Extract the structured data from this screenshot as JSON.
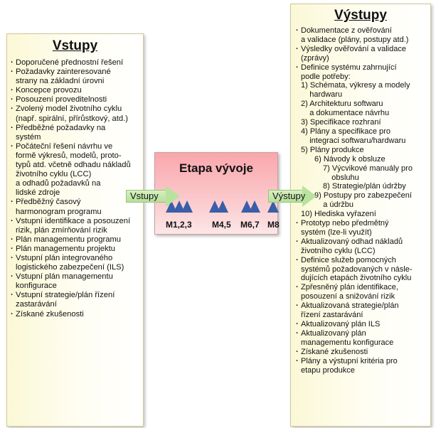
{
  "inputs": {
    "title": "Vstupy",
    "items": [
      {
        "lines": [
          "Doporučené přednostní řešení"
        ]
      },
      {
        "lines": [
          "Požadavky zainteresované",
          "strany na základní úrovni"
        ]
      },
      {
        "lines": [
          "Koncepce provozu"
        ]
      },
      {
        "lines": [
          "Posouzení proveditelnosti"
        ]
      },
      {
        "lines": [
          "Zvolený model životního cyklu",
          "(např. spirální, přírůstkový, atd.)"
        ]
      },
      {
        "lines": [
          "Předběžné požadavky na",
          "systém"
        ]
      },
      {
        "lines": [
          "Počáteční řešení návrhu ve",
          "formě výkresů, modelů, proto-",
          "typů atd. včetně odhadu nákladů",
          "životního cyklu (LCC)",
          "a odhadů požadavků na",
          "lidské zdroje"
        ]
      },
      {
        "lines": [
          "Předběžný časový",
          "harmonogram programu"
        ]
      },
      {
        "lines": [
          "Vstupní identifikace a posouzení",
          "rizik, plán zmírňování rizik"
        ]
      },
      {
        "lines": [
          "Plán managementu programu"
        ]
      },
      {
        "lines": [
          "Plán managementu projektu"
        ]
      },
      {
        "lines": [
          "Vstupní plán integrovaného",
          "logistického zabezpečení (ILS)"
        ]
      },
      {
        "lines": [
          "Vstupní plán managementu",
          "konfigurace"
        ]
      },
      {
        "lines": [
          "Vstupní strategie/plán řízení",
          "zastarávání"
        ]
      },
      {
        "lines": [
          "Získané zkušenosti"
        ]
      }
    ]
  },
  "stage": {
    "title": "Etapa vývoje",
    "milestones": [
      "M1,2,3",
      "M4,5",
      "M6,7",
      "M8"
    ],
    "input_arrow_label": "Vstupy",
    "output_arrow_label": "Výstupy"
  },
  "outputs": {
    "title": "Výstupy",
    "items": [
      {
        "lvl": 1,
        "bullet": true,
        "lines": [
          "Dokumentace z ověřování",
          "a validace (plány, postupy atd.)"
        ]
      },
      {
        "lvl": 1,
        "bullet": true,
        "lines": [
          "Výsledky ověřování a validace",
          "(zprávy)"
        ]
      },
      {
        "lvl": 1,
        "bullet": true,
        "lines": [
          "Definice systému zahrnující",
          "podle potřeby:"
        ]
      },
      {
        "lvl": 1,
        "bullet": false,
        "lines": [
          "1) Schémata, výkresy a modely",
          "    hardwaru"
        ]
      },
      {
        "lvl": 1,
        "bullet": false,
        "lines": [
          "2) Architekturu softwaru",
          "    a dokumentace návrhu"
        ]
      },
      {
        "lvl": 1,
        "bullet": false,
        "lines": [
          "3) Specifikace rozhraní"
        ]
      },
      {
        "lvl": 1,
        "bullet": false,
        "lines": [
          "4) Plány a specifikace pro",
          "    integraci softwaru/hardwaru"
        ]
      },
      {
        "lvl": 1,
        "bullet": false,
        "lines": [
          "5) Plány produkce"
        ]
      },
      {
        "lvl": 2,
        "bullet": false,
        "lines": [
          "6) Návody k obsluze"
        ]
      },
      {
        "lvl": 3,
        "bullet": false,
        "lines": [
          "7) Výcvikové manuály pro",
          "    obsluhu"
        ]
      },
      {
        "lvl": 3,
        "bullet": false,
        "lines": [
          "8) Strategie/plán údržby"
        ]
      },
      {
        "lvl": 2,
        "bullet": false,
        "lines": [
          "9) Postupy pro zabezpečení",
          "    a údržbu"
        ]
      },
      {
        "lvl": 1,
        "bullet": false,
        "lines": [
          "10) Hlediska vyřazení"
        ]
      },
      {
        "lvl": 1,
        "bullet": true,
        "lines": [
          "Prototyp nebo předmětný",
          "systém (lze-li využít)"
        ]
      },
      {
        "lvl": 1,
        "bullet": true,
        "lines": [
          "Aktualizovaný odhad nákladů",
          "životního cyklu (LCC)"
        ]
      },
      {
        "lvl": 1,
        "bullet": true,
        "lines": [
          "Definice služeb pomocných",
          "systémů požadovaných v násle-",
          "dujících etapách životního cyklu"
        ]
      },
      {
        "lvl": 1,
        "bullet": true,
        "lines": [
          "Zpřesněný plán identifikace,",
          "posouzení a snižování rizik"
        ]
      },
      {
        "lvl": 1,
        "bullet": true,
        "lines": [
          "Aktualizovaná strategie/plán",
          "řízení zastarávání"
        ]
      },
      {
        "lvl": 1,
        "bullet": true,
        "lines": [
          "Aktualizovaný plán ILS"
        ]
      },
      {
        "lvl": 1,
        "bullet": true,
        "lines": [
          "Aktualizovaný plán",
          "managementu konfigurace"
        ]
      },
      {
        "lvl": 1,
        "bullet": true,
        "lines": [
          "Získané zkušenosti"
        ]
      },
      {
        "lvl": 1,
        "bullet": true,
        "lines": [
          "Plány a výstupní kritéria pro",
          "etapu produkce"
        ]
      }
    ]
  },
  "colors": {
    "triangle": "#3a5ea8",
    "stage_fill": "#f9a7ac",
    "arrow_fill": "#b9e29e",
    "panel_fill": "#fbf8d6"
  }
}
